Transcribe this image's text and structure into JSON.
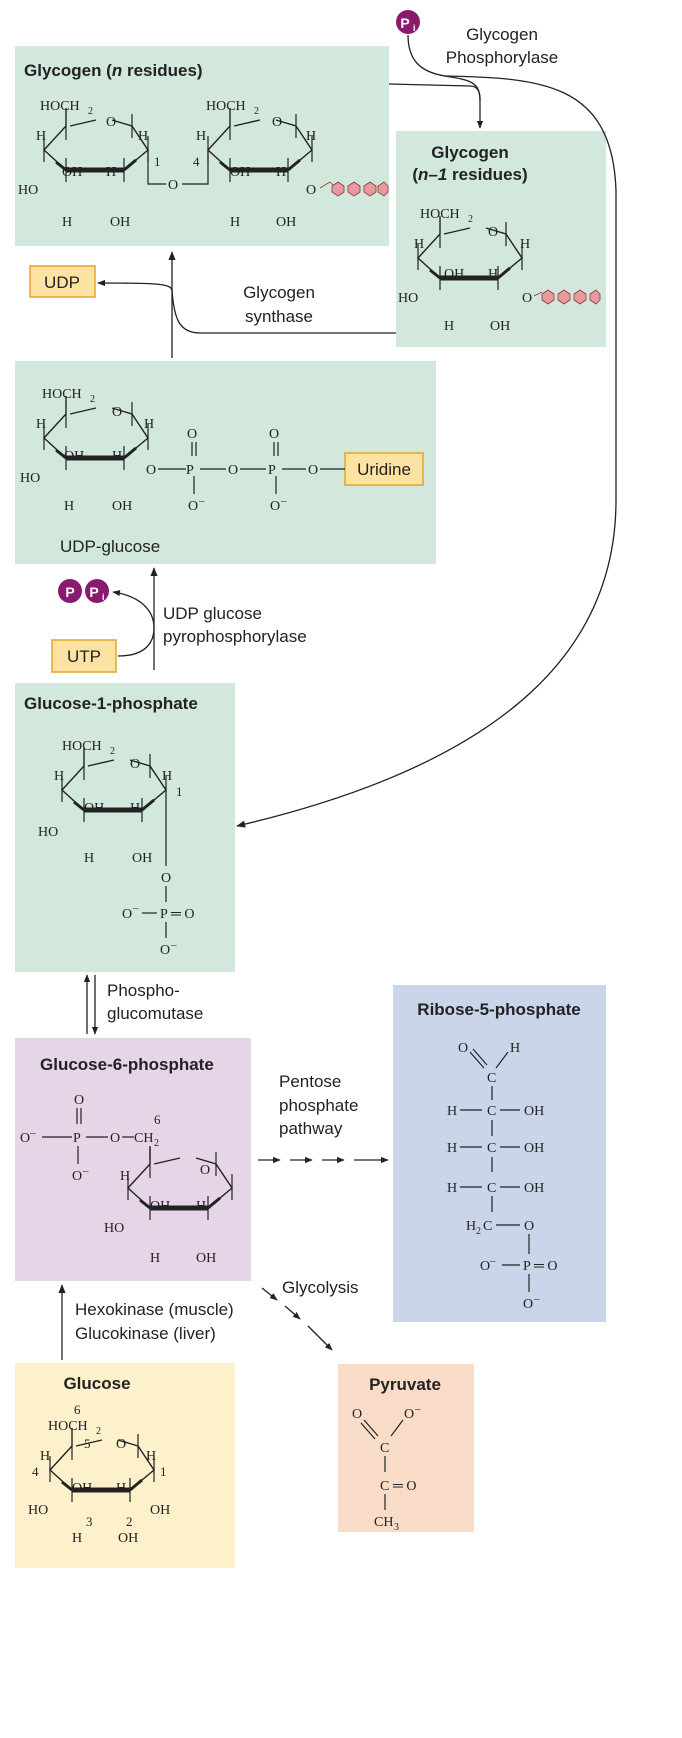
{
  "colors": {
    "green_panel": "#d3e8dc",
    "purple_panel": "#e6d5e6",
    "blue_panel": "#cad5ea",
    "yellow_panel": "#fdf1cc",
    "peach_panel": "#f9dcc7",
    "tag_fill": "#fde3a2",
    "tag_stroke": "#e5a52c",
    "phosphate_circle": "#8a1a6e",
    "chain_unit": "#e99a9f"
  },
  "panels": {
    "glycogen_n": {
      "title_a": "Glycogen (",
      "title_italic": "n",
      "title_b": " residues)"
    },
    "glycogen_n1": {
      "line1": "Glycogen",
      "line2_a": "(",
      "line2_italic": "n–1",
      "line2_b": " residues)"
    },
    "udp_glucose": {
      "label": "UDP-glucose",
      "tag": "Uridine"
    },
    "glucose_1_phosphate": {
      "title": "Glucose-1-phosphate"
    },
    "glucose_6_phosphate": {
      "title": "Glucose-6-phosphate"
    },
    "ribose_5_phosphate": {
      "title": "Ribose-5-phosphate"
    },
    "glucose": {
      "title": "Glucose"
    },
    "pyruvate": {
      "title": "Pyruvate"
    }
  },
  "tags": {
    "udp": "UDP",
    "utp": "UTP"
  },
  "badges": {
    "p": "P",
    "i": "i"
  },
  "enzymes": {
    "glycogen_phosphorylase": [
      "Glycogen",
      "Phosphorylase"
    ],
    "glycogen_synthase": [
      "Glycogen",
      "synthase"
    ],
    "udp_glucose_pyrophosphorylase": [
      "UDP glucose",
      "pyrophosphorylase"
    ],
    "phosphoglucomutase": [
      "Phospho-",
      "glucomutase"
    ],
    "pentose_phosphate_pathway": [
      "Pentose",
      "phosphate",
      "pathway"
    ],
    "glycolysis": "Glycolysis",
    "hexokinase_glucokinase": [
      "Hexokinase (muscle)",
      "Glucokinase (liver)"
    ]
  },
  "chem": {
    "hoch2": "HOCH",
    "sub2": "2",
    "h": "H",
    "oh": "OH",
    "o": "O",
    "ho": "HO",
    "p": "P",
    "c": "C",
    "ch": "CH",
    "sub3": "3",
    "minus": "–",
    "eq_o": "═ O",
    "n1": "1",
    "n2": "2",
    "n3": "3",
    "n4": "4",
    "n5": "5",
    "n6": "6"
  }
}
